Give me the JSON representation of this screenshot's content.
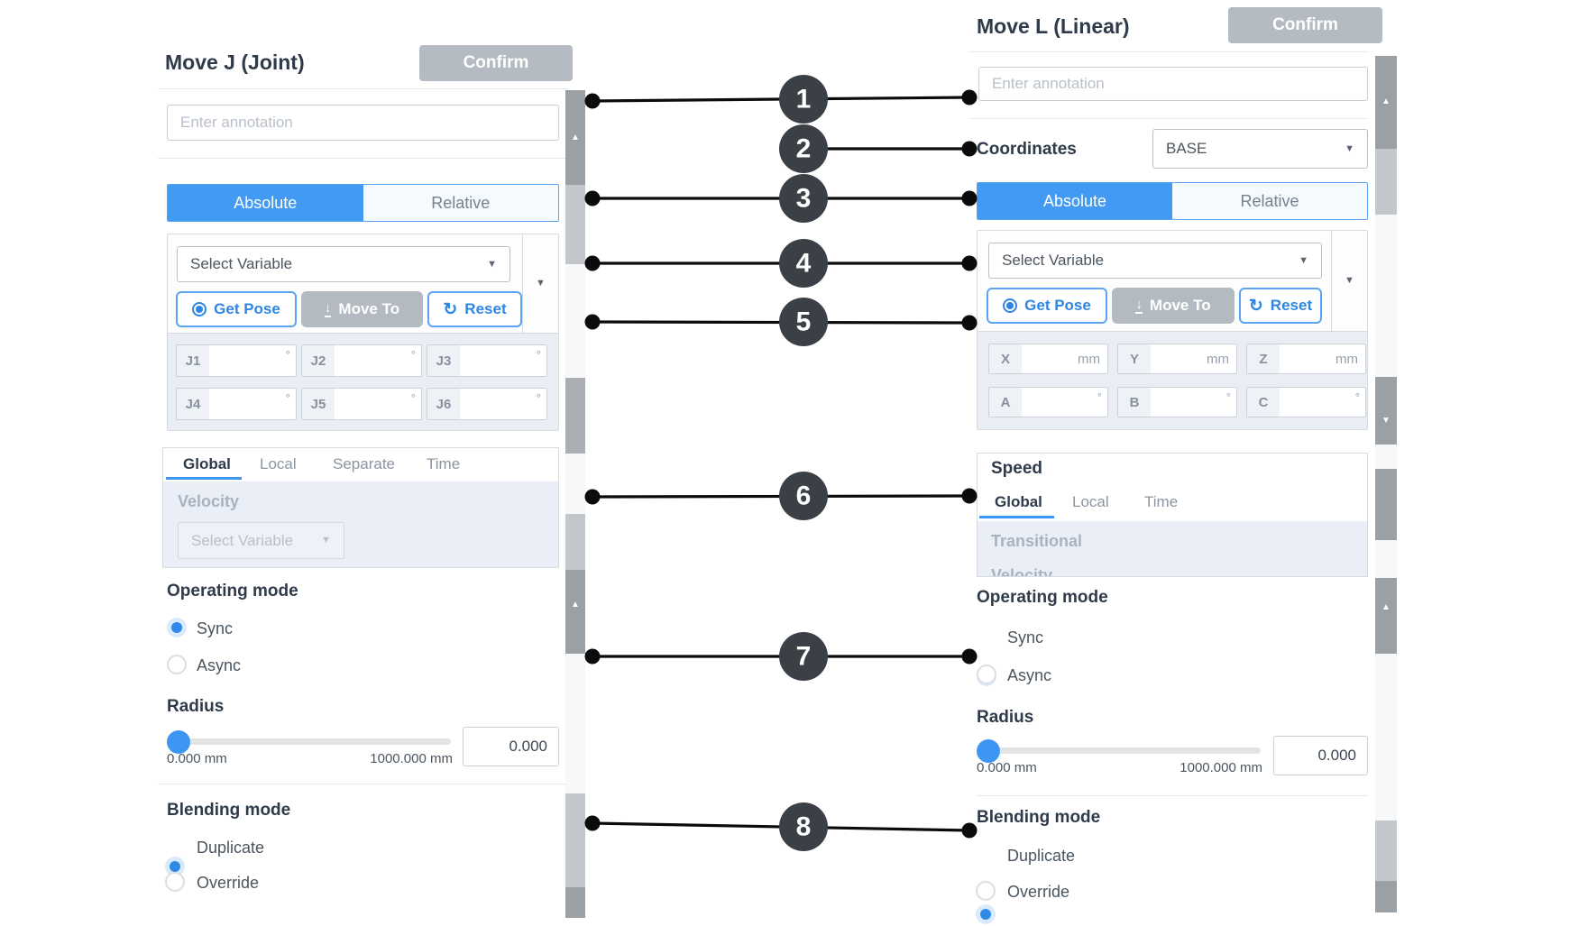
{
  "icons": {
    "caret_down": "▼",
    "arrow_up": "▲",
    "arrow_down": "▼",
    "reset": "↻",
    "move_to": "↓"
  },
  "left_panel": {
    "title": "Move J (Joint)",
    "confirm": "Confirm",
    "annotation_placeholder": "Enter annotation",
    "tab_absolute": "Absolute",
    "tab_relative": "Relative",
    "select_variable": "Select Variable",
    "get_pose": "Get Pose",
    "move_to": "Move To",
    "reset": "Reset",
    "joints": [
      {
        "label": "J1",
        "unit": "°"
      },
      {
        "label": "J2",
        "unit": "°"
      },
      {
        "label": "J3",
        "unit": "°"
      },
      {
        "label": "J4",
        "unit": "°"
      },
      {
        "label": "J5",
        "unit": "°"
      },
      {
        "label": "J6",
        "unit": "°"
      }
    ],
    "speed_tabs": [
      "Global",
      "Local",
      "Separate",
      "Time"
    ],
    "active_speed_tab": "Global",
    "velocity_label": "Velocity",
    "velocity_placeholder": "Select Variable",
    "operating_mode_title": "Operating mode",
    "sync_label": "Sync",
    "async_label": "Async",
    "operating_mode_selected": "Sync",
    "radius_title": "Radius",
    "radius_min": "0.000 mm",
    "radius_max": "1000.000 mm",
    "radius_value": "0.000",
    "blending_title": "Blending mode",
    "duplicate_label": "Duplicate",
    "override_label": "Override",
    "blending_selected": "Duplicate"
  },
  "right_panel": {
    "title": "Move L (Linear)",
    "confirm": "Confirm",
    "annotation_placeholder": "Enter annotation",
    "coordinates_label": "Coordinates",
    "coordinates_value": "BASE",
    "tab_absolute": "Absolute",
    "tab_relative": "Relative",
    "select_variable": "Select Variable",
    "get_pose": "Get Pose",
    "move_to": "Move To",
    "reset": "Reset",
    "axes": [
      {
        "label": "X",
        "unit": "mm"
      },
      {
        "label": "Y",
        "unit": "mm"
      },
      {
        "label": "Z",
        "unit": "mm"
      },
      {
        "label": "A",
        "unit": "°"
      },
      {
        "label": "B",
        "unit": "°"
      },
      {
        "label": "C",
        "unit": "°"
      }
    ],
    "speed_title": "Speed",
    "speed_tabs": [
      "Global",
      "Local",
      "Time"
    ],
    "active_speed_tab": "Global",
    "transitional_label": "Transitional",
    "velocity_clipped_label": "Velocity",
    "operating_mode_title": "Operating mode",
    "sync_label": "Sync",
    "async_label": "Async",
    "operating_mode_selected": "Sync",
    "radius_title": "Radius",
    "radius_min": "0.000 mm",
    "radius_max": "1000.000 mm",
    "radius_value": "0.000",
    "blending_title": "Blending mode",
    "duplicate_label": "Duplicate",
    "override_label": "Override",
    "blending_selected": "Duplicate"
  },
  "callouts": {
    "numbers": [
      "1",
      "2",
      "3",
      "4",
      "5",
      "6",
      "7",
      "8"
    ]
  },
  "colors": {
    "accent": "#429af2",
    "confirm_gray": "#b5bbc3",
    "callout_circle": "#3b4046",
    "dark_text": "#2f3b4a"
  }
}
